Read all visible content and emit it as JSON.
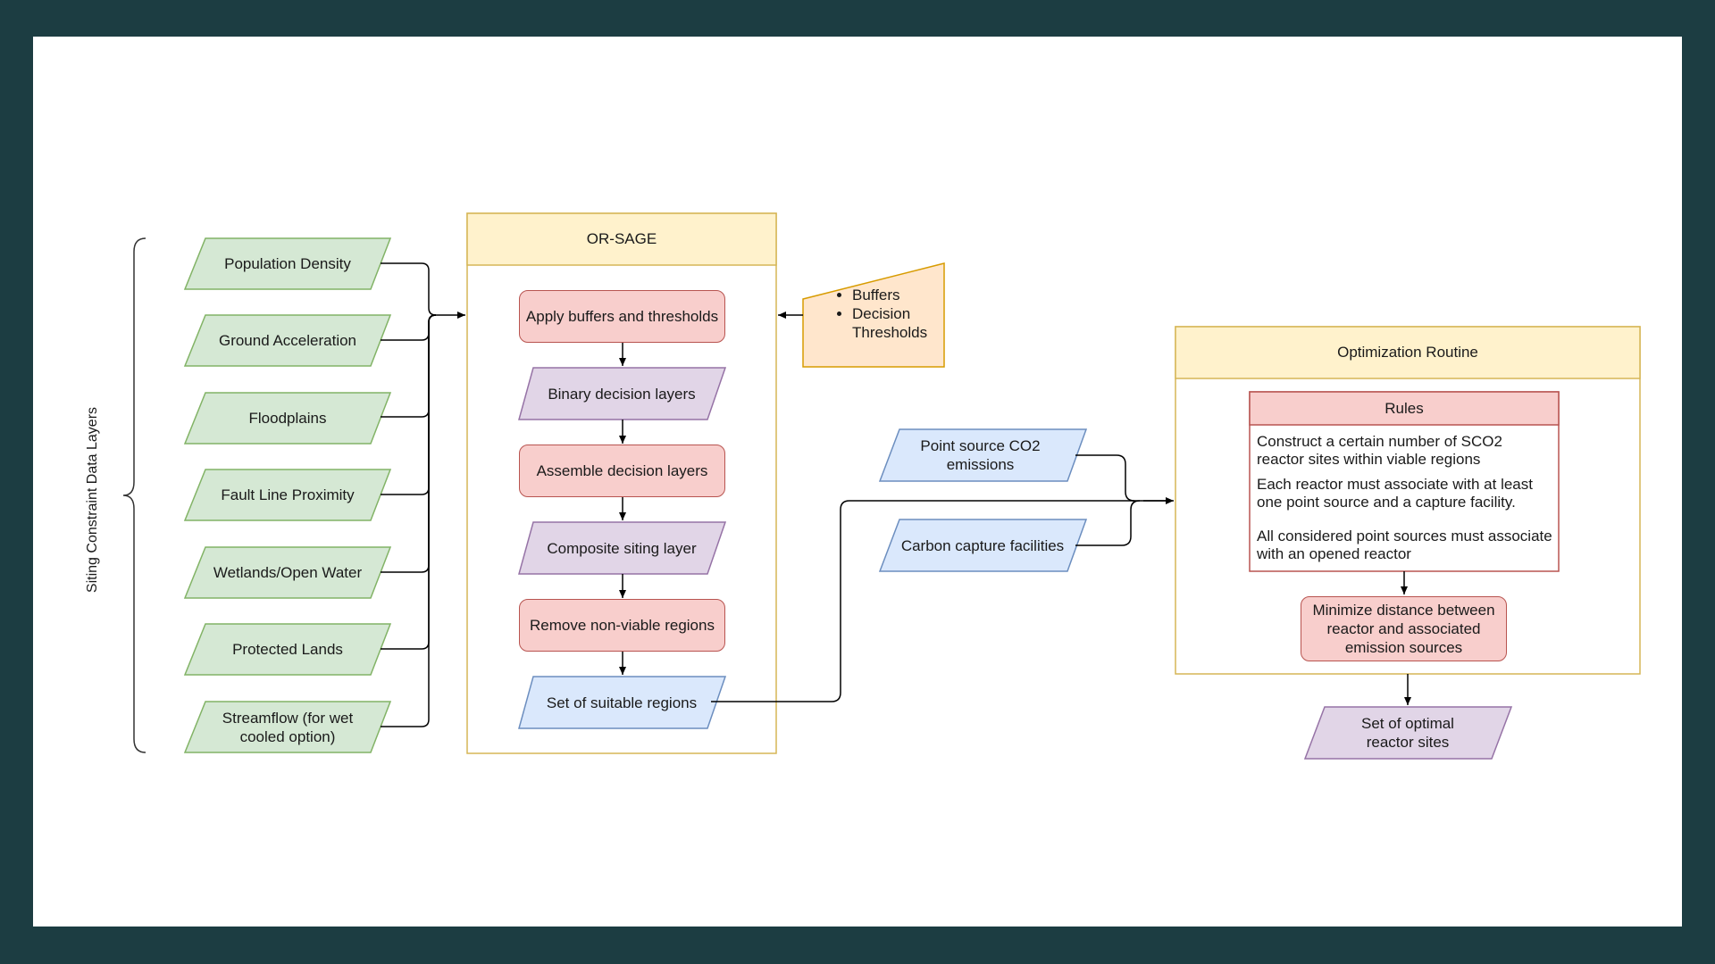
{
  "vertical_label": "Siting Constraint Data Layers",
  "data_layers": [
    {
      "label": "Population Density"
    },
    {
      "label": "Ground Acceleration"
    },
    {
      "label": "Floodplains"
    },
    {
      "label": "Fault Line Proximity"
    },
    {
      "label": "Wetlands/Open Water"
    },
    {
      "label": "Protected Lands"
    },
    {
      "label": "Streamflow (for wet cooled option)"
    }
  ],
  "or_sage": {
    "title": "OR-SAGE",
    "steps": [
      {
        "label": "Apply buffers and thresholds",
        "kind": "process"
      },
      {
        "label": "Binary decision layers",
        "kind": "data"
      },
      {
        "label": "Assemble decision layers",
        "kind": "process"
      },
      {
        "label": "Composite siting layer",
        "kind": "data"
      },
      {
        "label": "Remove non-viable regions",
        "kind": "process"
      },
      {
        "label": "Set of suitable regions",
        "kind": "output"
      }
    ]
  },
  "manual_input": {
    "items": [
      "Buffers",
      "Decision Thresholds"
    ]
  },
  "inputs": {
    "point_source": "Point source CO2 emissions",
    "capture": "Carbon capture facilities"
  },
  "optimization": {
    "title": "Optimization Routine",
    "rules_title": "Rules",
    "rules": [
      "Construct a certain number of SCO2 reactor sites within viable regions",
      "Each reactor must associate with at least one point source and a capture facility.",
      "All considered point sources must associate with an opened reactor"
    ],
    "objective": "Minimize distance between reactor and associated emission sources"
  },
  "result": "Set of optimal reactor sites",
  "colors": {
    "background": "#1c3d42",
    "green_fill": "#d5e8d4",
    "green_stroke": "#82b366",
    "red_fill": "#f8cecc",
    "red_stroke": "#b85450",
    "purple_fill": "#e1d5e7",
    "purple_stroke": "#9673a6",
    "blue_fill": "#dae8fc",
    "blue_stroke": "#6c8ebf",
    "yellow_fill": "#fff2cc",
    "yellow_stroke": "#d6b656",
    "orange_fill": "#ffe6cc",
    "orange_stroke": "#d79b00"
  }
}
